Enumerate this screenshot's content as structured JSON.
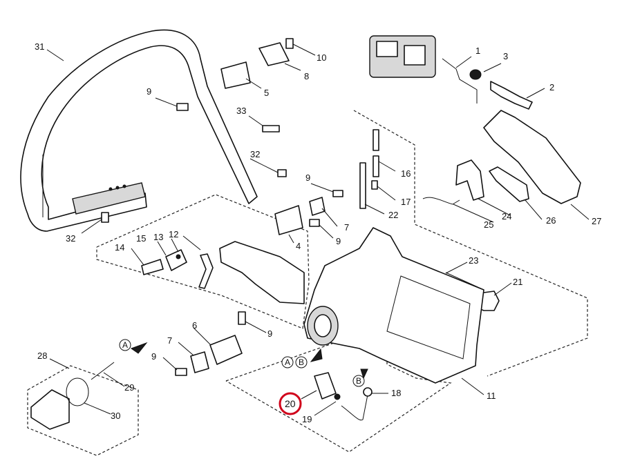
{
  "diagram": {
    "labels": {
      "p1": "1",
      "p2": "2",
      "p3": "3",
      "p4": "4",
      "p5": "5",
      "p6": "6",
      "p7a": "7",
      "p7b": "7",
      "p8": "8",
      "p9a": "9",
      "p9b": "9",
      "p9c": "9",
      "p9d": "9",
      "p9e": "9",
      "p10": "10",
      "p11": "11",
      "p12": "12",
      "p13": "13",
      "p14": "14",
      "p15": "15",
      "p16": "16",
      "p17": "17",
      "p18": "18",
      "p19": "19",
      "p20": "20",
      "p21": "21",
      "p22": "22",
      "p23": "23",
      "p24": "24",
      "p25": "25",
      "p26": "26",
      "p27": "27",
      "p28": "28",
      "p29": "29",
      "p30": "30",
      "p31": "31",
      "p32a": "32",
      "p32b": "32",
      "p33": "33"
    },
    "callouts": {
      "a1": "A",
      "a2": "A",
      "b1": "B",
      "b2": "B"
    },
    "highlight_color": "#d0021b"
  }
}
